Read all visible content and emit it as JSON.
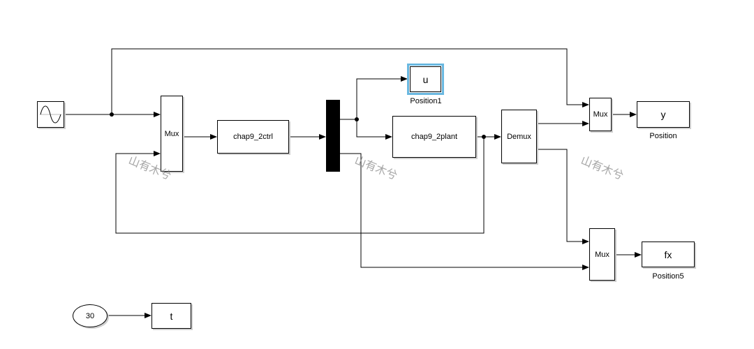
{
  "blocks": {
    "sine": {
      "icon": "sine-wave-icon"
    },
    "mux1": {
      "label": "Mux"
    },
    "ctrl": {
      "label": "chap9_2ctrl"
    },
    "plant": {
      "label": "chap9_2plant"
    },
    "demux": {
      "label": "Demux"
    },
    "mux2": {
      "label": "Mux"
    },
    "mux3": {
      "label": "Mux"
    },
    "scope_u": {
      "label": "u",
      "caption": "Position1"
    },
    "scope_y": {
      "label": "y",
      "caption": "Position"
    },
    "scope_fx": {
      "label": "fx",
      "caption": "Position5"
    },
    "const": {
      "label": "30"
    },
    "scope_t": {
      "label": "t"
    }
  },
  "watermarks": [
    "山有木兮",
    "山有木兮",
    "山有木兮"
  ],
  "colors": {
    "selection": "#6ab8e0",
    "line": "#000000",
    "watermark": "#8a8a8a"
  }
}
